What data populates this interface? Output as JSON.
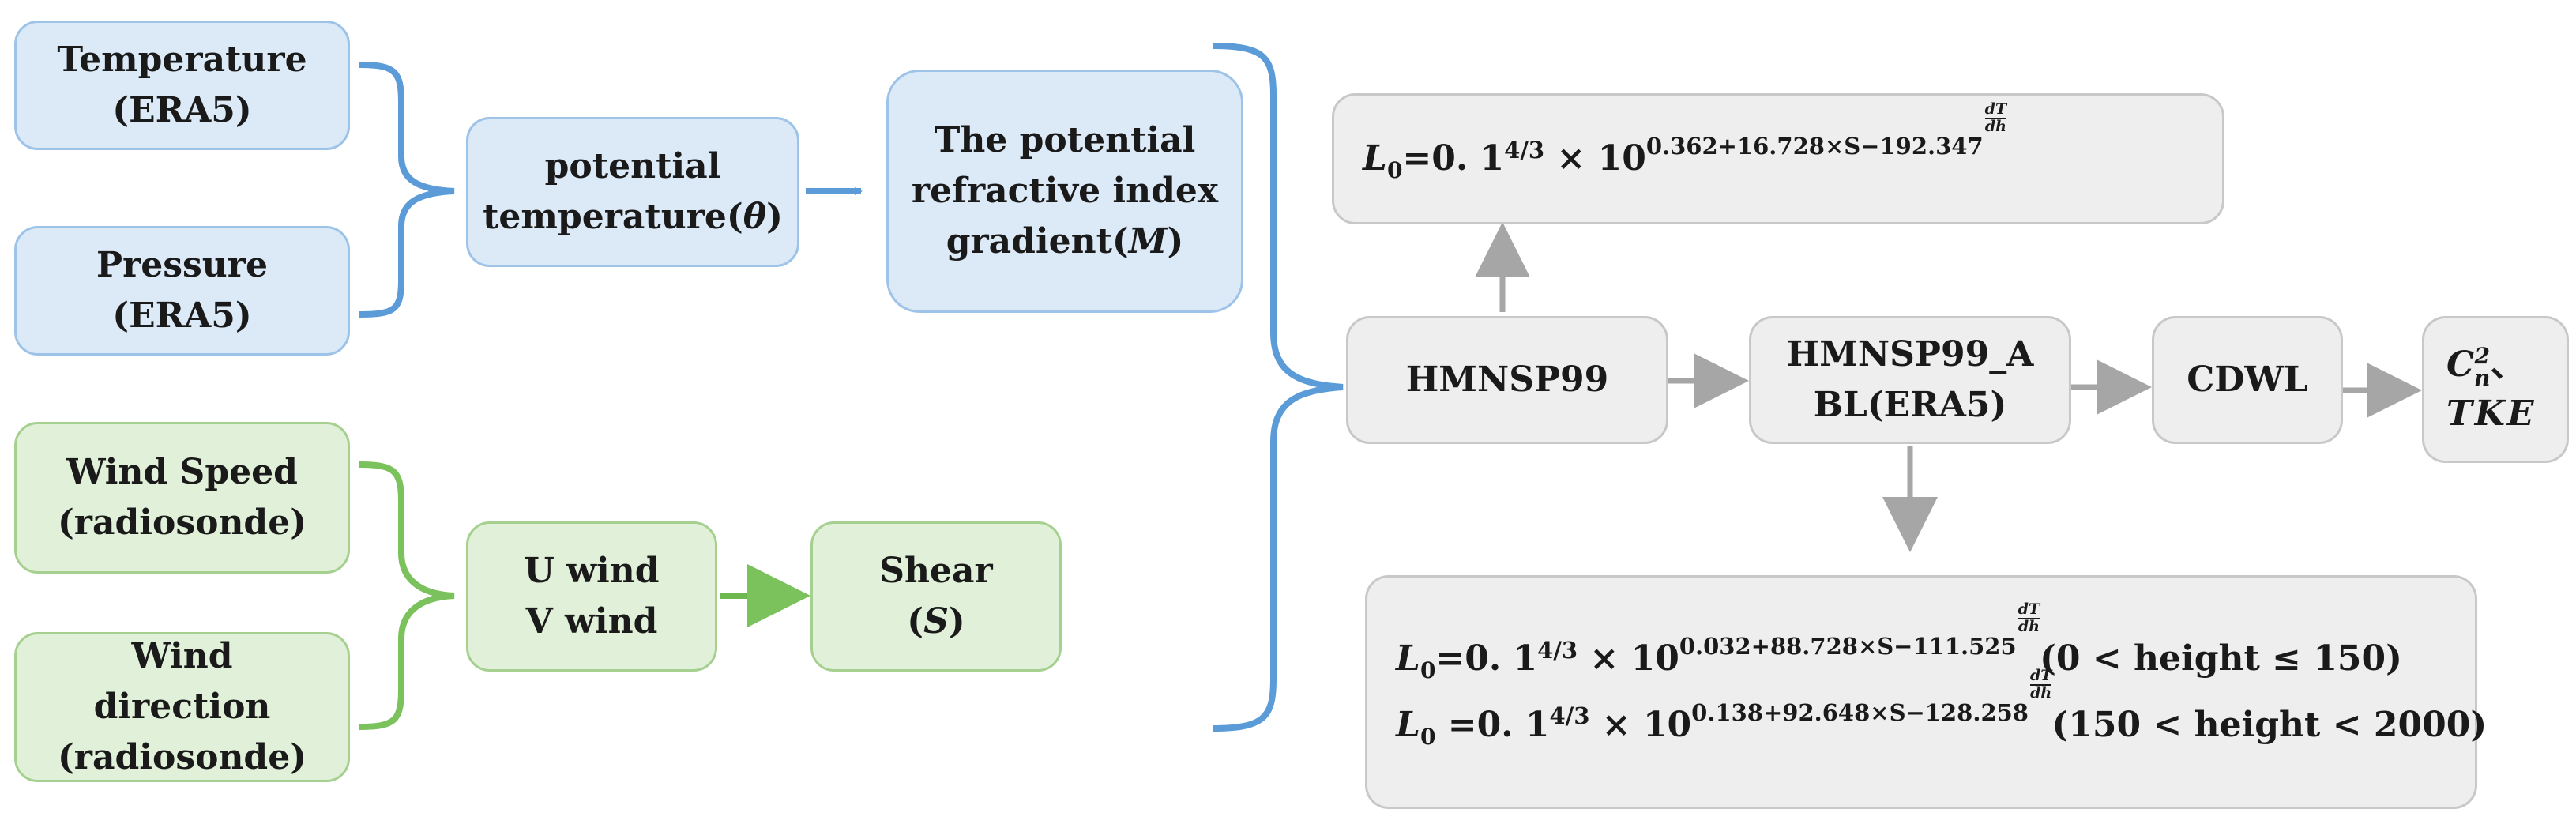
{
  "inputs": {
    "temperature": [
      "Temperature",
      "(ERA5)"
    ],
    "pressure": [
      "Pressure",
      "(ERA5)"
    ],
    "wind_speed": [
      "Wind Speed",
      "(radiosonde)"
    ],
    "wind_direction": [
      "Wind",
      "direction",
      "(radiosonde)"
    ]
  },
  "intermediate": {
    "potential_temperature": [
      "potential",
      "temperature(",
      "θ",
      ")"
    ],
    "refractive_gradient": [
      "The potential",
      "refractive index",
      "gradient(",
      "M",
      ")"
    ],
    "uv_wind": [
      "U wind",
      "V wind"
    ],
    "shear": [
      "Shear",
      "(",
      "S",
      ")"
    ]
  },
  "models": {
    "hmnsp99": "HMNSP99",
    "hmnsp99_abl": [
      "HMNSP99_A",
      "BL(ERA5)"
    ],
    "cdwl": "CDWL"
  },
  "output": {
    "cn": "C",
    "cn_sup": "2",
    "cn_sub": "n",
    "sep": "、",
    "tke": "TKE"
  },
  "formula_top": {
    "lhs": "L",
    "lhs_sub": "0",
    "eq": "=0. 1",
    "pow": "4/3",
    "times": " × 10",
    "exponent": "0.362+16.728×S−192.347",
    "frac_num": "dT",
    "frac_den": "dh"
  },
  "formula_bottom": [
    {
      "lhs": "L",
      "lhs_sub": "0",
      "eq": "=0. 1",
      "pow": "4/3",
      "times": " × 10",
      "exponent": "0.032+88.728×S−111.525",
      "frac_num": "dT",
      "frac_den": "dh",
      "range": "(0 < height ≤ 150)"
    },
    {
      "lhs": "L",
      "lhs_sub": "0",
      "eq": " =0. 1",
      "pow": "4/3",
      "times": " × 10",
      "exponent": "0.138+92.648×S−128.258",
      "frac_num": "dT",
      "frac_den": "dh",
      "range": "(150 < height < 2000)"
    }
  ],
  "colors": {
    "blue_fill": "#dce9f7",
    "blue_stroke": "#5a9bd8",
    "green_fill": "#e1f0d9",
    "green_stroke": "#7cc25c",
    "gray_fill": "#eeeeee",
    "gray_arrow": "#a6a6a6"
  }
}
